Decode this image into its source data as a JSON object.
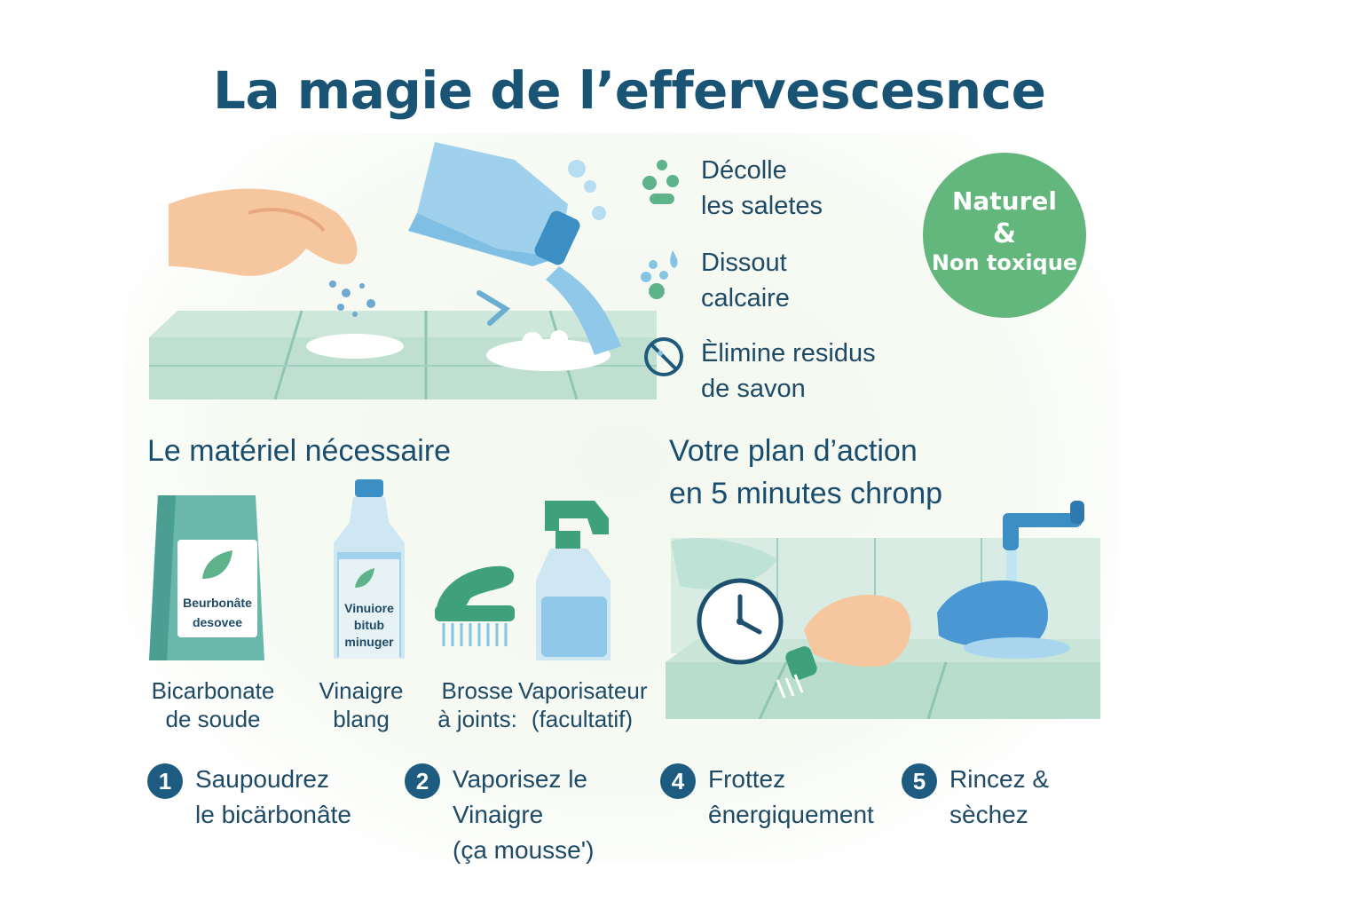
{
  "title": "La magie de l’effervescesnce",
  "benefits": [
    {
      "icon": "dirt-drops-icon",
      "text": "Décolle\nles saletes"
    },
    {
      "icon": "limescale-drops-icon",
      "text": "Dissout\ncalcaire"
    },
    {
      "icon": "no-soap-icon",
      "text": "Èlimine residus\nde savon"
    }
  ],
  "badge": {
    "line1": "Naturel",
    "amp": "&",
    "line2": "Non toxique"
  },
  "materials": {
    "heading": "Le matériel nécessaire",
    "items": [
      {
        "label": "Bicarbonate\nde soude",
        "package_text": "Beurbonâte\ndesovee"
      },
      {
        "label": "Vinaigre\nblang",
        "package_text": "Vinuiore\nbitub\nminuger"
      },
      {
        "label": "Brosse\nà joints:"
      },
      {
        "label": "Vaporisateur\n(facultatif)"
      }
    ]
  },
  "plan": {
    "heading": "Votre plan d’action\nen 5 minutes chronp"
  },
  "steps": [
    {
      "number": "1",
      "text": "Saupoudrez\nle bicärbonâte"
    },
    {
      "number": "2",
      "text": "Vaporisez le\nVinaigre\n(ça mousse')"
    },
    {
      "number": "4",
      "text": "Frottez\nênergiquement"
    },
    {
      "number": "5",
      "text": "Rincez &\nsèchez"
    }
  ],
  "colors": {
    "title": "#1a5474",
    "badge": "#63b67c",
    "step_circle": "#1d5c80",
    "tile": "#cfe8dc",
    "water": "#7fbfe3"
  }
}
